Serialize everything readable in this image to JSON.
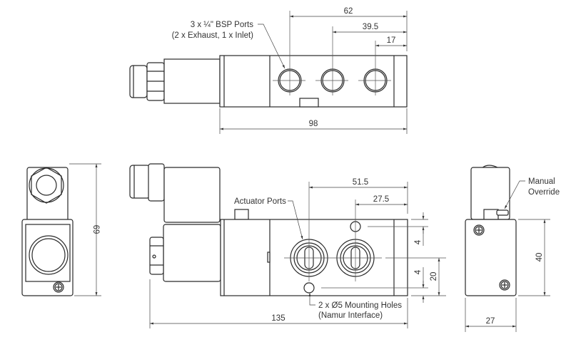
{
  "top_view": {
    "ports_label_line1": "3 x ¼\" BSP Ports",
    "ports_label_line2": "(2 x Exhaust, 1 x Inlet)",
    "dim_62": "62",
    "dim_39_5": "39.5",
    "dim_17": "17",
    "dim_98": "98"
  },
  "front_view": {
    "actuator_ports_label": "Actuator Ports",
    "mounting_holes_line1": "2 x Ø5 Mounting Holes",
    "mounting_holes_line2": "(Namur Interface)",
    "dim_51_5": "51.5",
    "dim_27_5": "27.5",
    "dim_4_upper": "4",
    "dim_4_lower": "4",
    "dim_20": "20",
    "dim_135": "135"
  },
  "left_view": {
    "dim_69": "69"
  },
  "right_view": {
    "manual_override_line1": "Manual",
    "manual_override_line2": "Override",
    "dim_40": "40",
    "dim_27": "27"
  }
}
